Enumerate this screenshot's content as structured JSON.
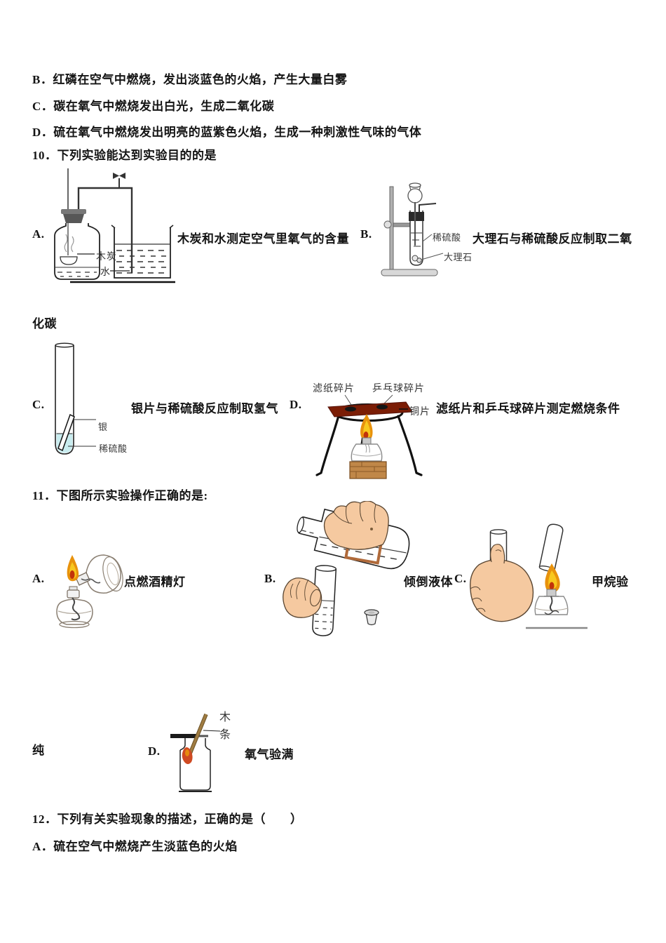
{
  "text": {
    "b9": "B．红磷在空气中燃烧，发出淡蓝色的火焰，产生大量白雾",
    "c9": "C．碳在氧气中燃烧发出白光，生成二氧化碳",
    "d9": "D．硫在氧气中燃烧发出明亮的蓝紫色火焰，生成一种刺激性气味的气体",
    "q10_stem": "10．下列实验能达到实验目的的是",
    "q10a_label": "A.",
    "q10a_caption": "木炭和水测定空气里氧气的含量",
    "q10b_label": "B.",
    "q10b_caption": "大理石与稀硫酸反应制取二氧",
    "q10b_caption_wrap": "化碳",
    "q10c_label": "C.",
    "q10c_caption": "银片与稀硫酸反应制取氢气",
    "q10d_label": "D.",
    "q10d_caption": "滤纸片和乒乓球碎片测定燃烧条件",
    "q11_stem": "11．下图所示实验操作正确的是:",
    "q11a_label": "A.",
    "q11a_caption": "点燃酒精灯",
    "q11b_label": "B.",
    "q11b_caption": "倾倒液体",
    "q11c_label": "C.",
    "q11c_caption": "甲烷验",
    "q11c_caption_wrap": "纯",
    "q11d_label": "D.",
    "q11d_caption": "氧气验满",
    "q12_stem": "12．下列有关实验现象的描述，正确的是（　　）",
    "q12a": "A．硫在空气中燃烧产生淡蓝色的火焰"
  },
  "diagram_labels": {
    "charcoal": "木炭",
    "water": "水",
    "dilute_acid_b": "稀硫酸",
    "marble": "大理石",
    "silver": "银",
    "dilute_acid_c": "稀硫酸",
    "filter_paper_bits": "滤纸碎片",
    "pingpong_bits": "乒乓球碎片",
    "copper_piece": "铜片",
    "wood_splint_char1": "木",
    "wood_splint_char2": "条"
  },
  "colors": {
    "ink": "#141414",
    "flame_orange": "#e8920c",
    "flame_yellow": "#f8c81e",
    "flame_red": "#c2330a",
    "copper_plate": "#7b1d05",
    "wood_block": "#c08748",
    "skin": "#f5c9a0",
    "bottle_label_frame": "#b06a3a",
    "splint_wood": "#a07c42",
    "acid_liquid_cyan": "#c9ecef"
  }
}
